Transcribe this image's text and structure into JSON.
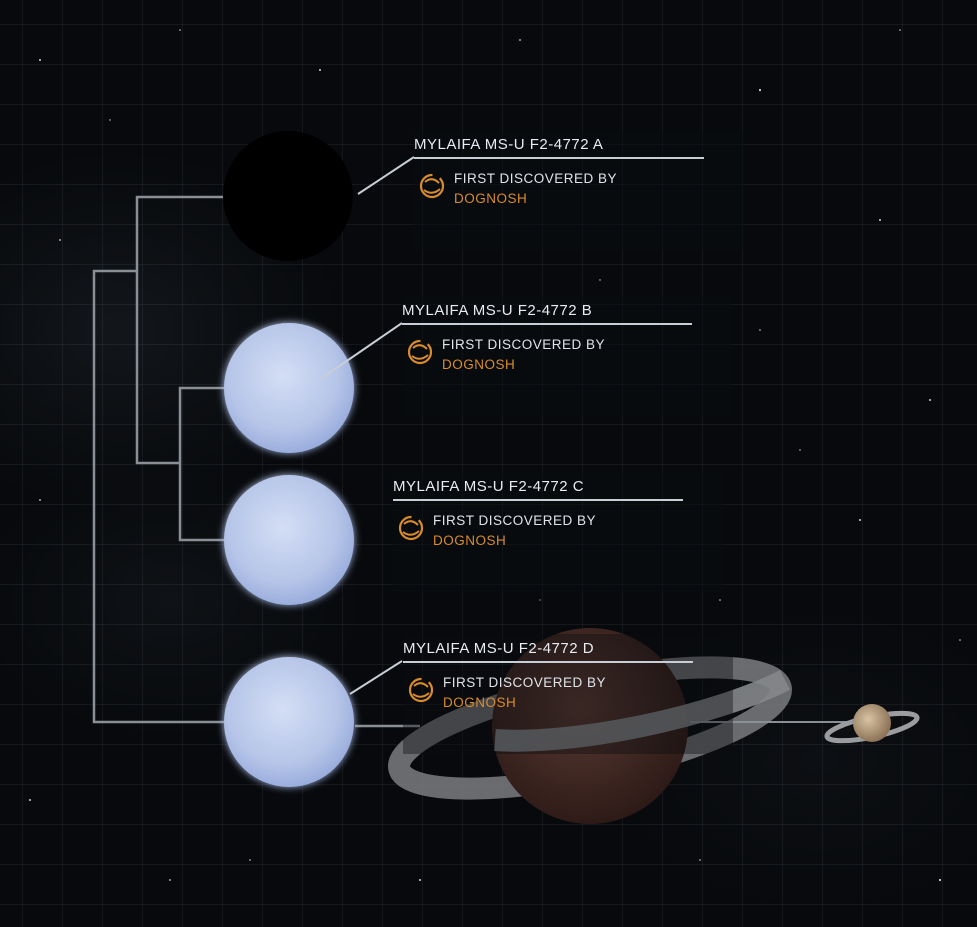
{
  "colors": {
    "accent_orange": "#d98c2b",
    "label_white": "#e8ecf2",
    "connector_gray": "#8a8f96",
    "star_blue": "#b9c8ea"
  },
  "bodies": [
    {
      "name": "MYLAIFA MS-U F2-4772 A",
      "discovered_label": "FIRST DISCOVERED BY",
      "discoverer": "DOGNOSH",
      "icon": "discovery-icon"
    },
    {
      "name": "MYLAIFA MS-U F2-4772 B",
      "discovered_label": "FIRST DISCOVERED BY",
      "discoverer": "DOGNOSH",
      "icon": "discovery-icon"
    },
    {
      "name": "MYLAIFA MS-U F2-4772 C",
      "discovered_label": "FIRST DISCOVERED BY",
      "discoverer": "DOGNOSH",
      "icon": "discovery-icon"
    },
    {
      "name": "MYLAIFA MS-U F2-4772 D",
      "discovered_label": "FIRST DISCOVERED BY",
      "discoverer": "DOGNOSH",
      "icon": "discovery-icon"
    }
  ]
}
